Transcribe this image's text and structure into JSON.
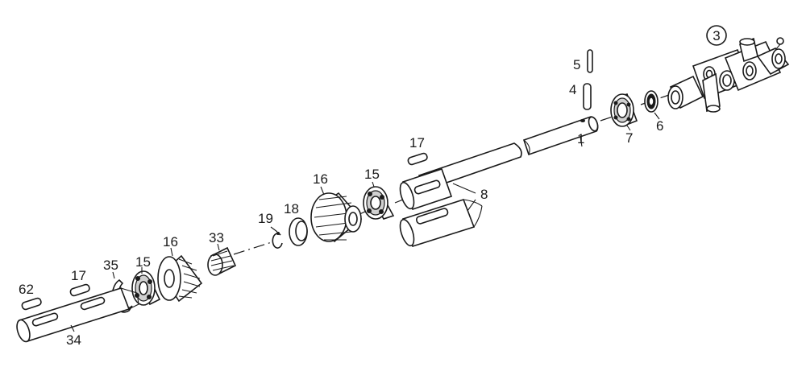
{
  "diagram": {
    "colors": {
      "ink": "#1a1a1a",
      "paper": "#ffffff",
      "shade": "#d0d0d0"
    },
    "labels": {
      "part_3": "3",
      "part_5": "5",
      "part_4": "4",
      "part_1": "1",
      "part_7": "7",
      "part_6": "6",
      "part_17_top": "17",
      "part_8": "8",
      "part_15_top": "15",
      "part_16_top": "16",
      "part_18": "18",
      "part_19": "19",
      "part_33": "33",
      "part_16_bottom": "16",
      "part_15_bottom": "15",
      "part_35": "35",
      "part_17_bottom": "17",
      "part_62": "62",
      "part_34": "34"
    }
  }
}
